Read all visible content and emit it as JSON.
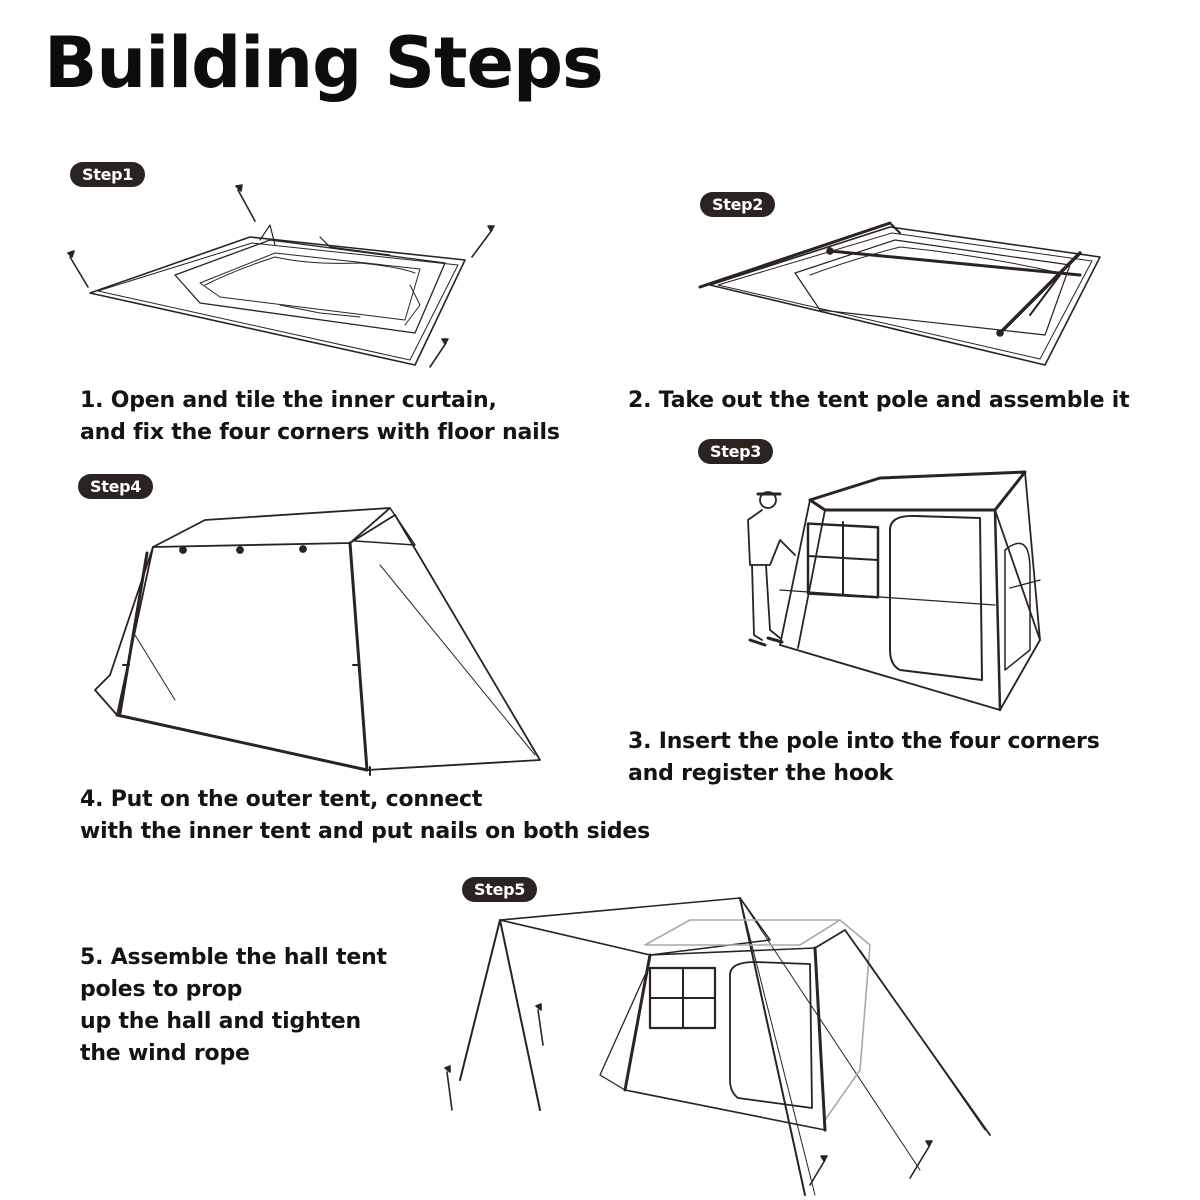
{
  "title": "Building Steps",
  "steps": [
    {
      "badge": "Step1",
      "lines": [
        "1. Open and tile the inner curtain,",
        "and fix the four corners with floor nails"
      ]
    },
    {
      "badge": "Step2",
      "lines": [
        "2. Take out the tent pole and assemble it"
      ]
    },
    {
      "badge": "Step3",
      "lines": [
        "3. Insert the pole into the four corners",
        "and register the hook"
      ]
    },
    {
      "badge": "Step4",
      "lines": [
        "4. Put on the outer tent, connect",
        "with the inner tent and put nails on both sides"
      ]
    },
    {
      "badge": "Step5",
      "lines": [
        "5. Assemble the hall tent",
        "poles to prop",
        "up the hall and tighten",
        "the wind rope"
      ]
    }
  ]
}
